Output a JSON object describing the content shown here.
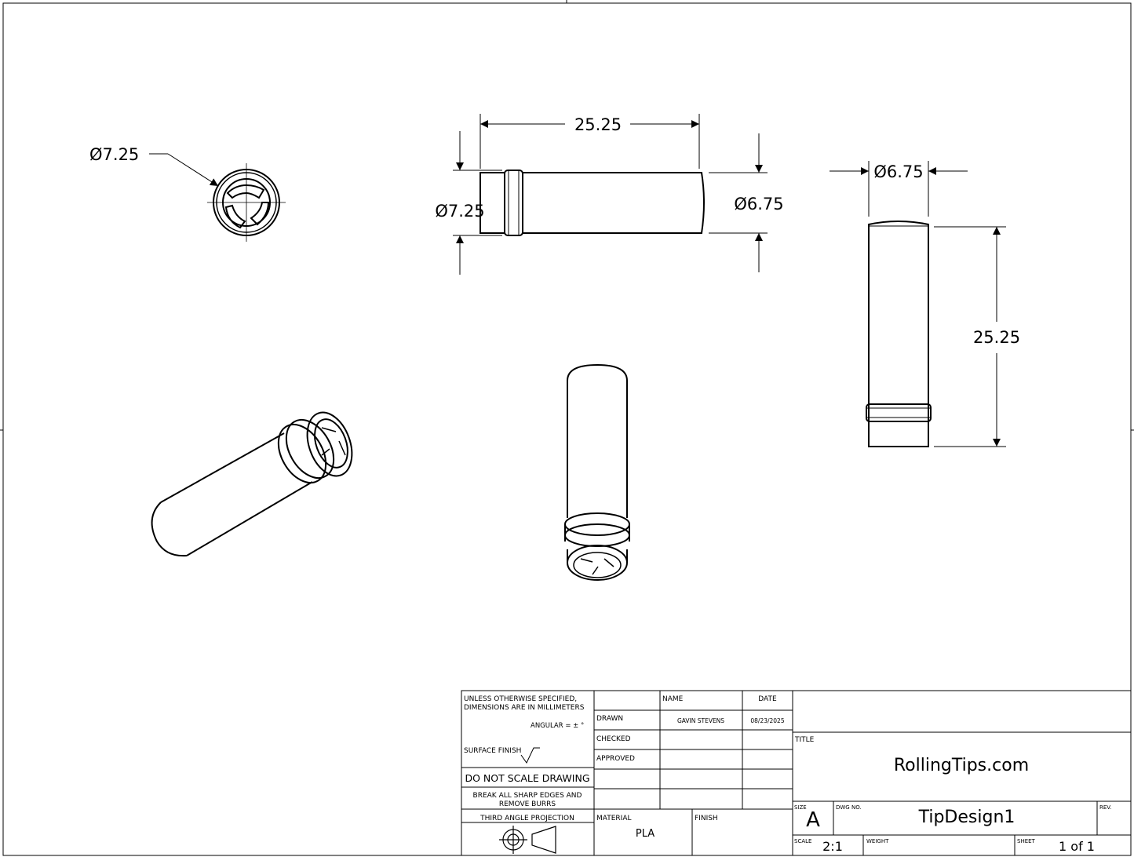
{
  "dimensions": {
    "end_view_diameter": "Ø7.25",
    "side_length": "25.25",
    "side_left_diameter": "Ø7.25",
    "side_right_diameter": "Ø6.75",
    "top_diameter": "Ø6.75",
    "top_length": "25.25"
  },
  "title_block": {
    "notes": {
      "line1": "UNLESS OTHERWISE SPECIFIED,",
      "line2": "DIMENSIONS ARE IN MILLIMETERS",
      "angular": "ANGULAR = ± °",
      "surface_finish": "SURFACE FINISH",
      "do_not_scale": "DO NOT SCALE DRAWING",
      "break_edges_1": "BREAK ALL SHARP EDGES AND",
      "break_edges_2": "REMOVE BURRS",
      "projection": "THIRD ANGLE PROJECTION"
    },
    "approvals": {
      "name_header": "NAME",
      "date_header": "DATE",
      "drawn_label": "DRAWN",
      "drawn_name": "GAVIN STEVENS",
      "drawn_date": "08/23/2025",
      "checked_label": "CHECKED",
      "approved_label": "APPROVED"
    },
    "material_label": "MATERIAL",
    "material": "PLA",
    "finish_label": "FINISH",
    "title_label": "TITLE",
    "title": "RollingTips.com",
    "size_label": "SIZE",
    "size": "A",
    "dwg_no_label": "DWG NO.",
    "dwg_no": "TipDesign1",
    "rev_label": "REV.",
    "scale_label": "SCALE",
    "scale": "2:1",
    "weight_label": "WEIGHT",
    "sheet_label": "SHEET",
    "sheet": "1 of 1"
  }
}
